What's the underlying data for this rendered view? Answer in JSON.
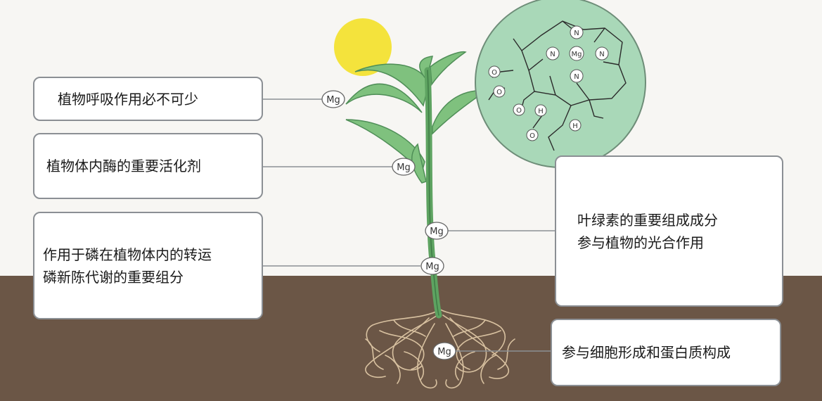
{
  "labels": {
    "box1": [
      "植物呼吸作用必不可少"
    ],
    "box2": [
      "植物体内酶的重要活化剂"
    ],
    "box3": [
      "作用于磷在植物体内的转运",
      "磷新陈代谢的重要组分"
    ],
    "box4": [
      "叶绿素的重要组成成分",
      "参与植物的光合作用"
    ],
    "box5": [
      "参与细胞形成和蛋白质构成"
    ]
  },
  "markers": {
    "mg": "Mg",
    "nitrogen": "N",
    "hydrogen": "H",
    "oxygen": "O"
  },
  "colors": {
    "sky": "#f7f6f3",
    "soil": "#6b5646",
    "sun": "#f4e33c",
    "leaf": "#7fc17e",
    "leaf_dark": "#4f8e57",
    "stem": "#5ea361",
    "molecule_fill": "#a9d8b8",
    "root": "#d8c1a0",
    "box_border": "#8b8f94"
  }
}
